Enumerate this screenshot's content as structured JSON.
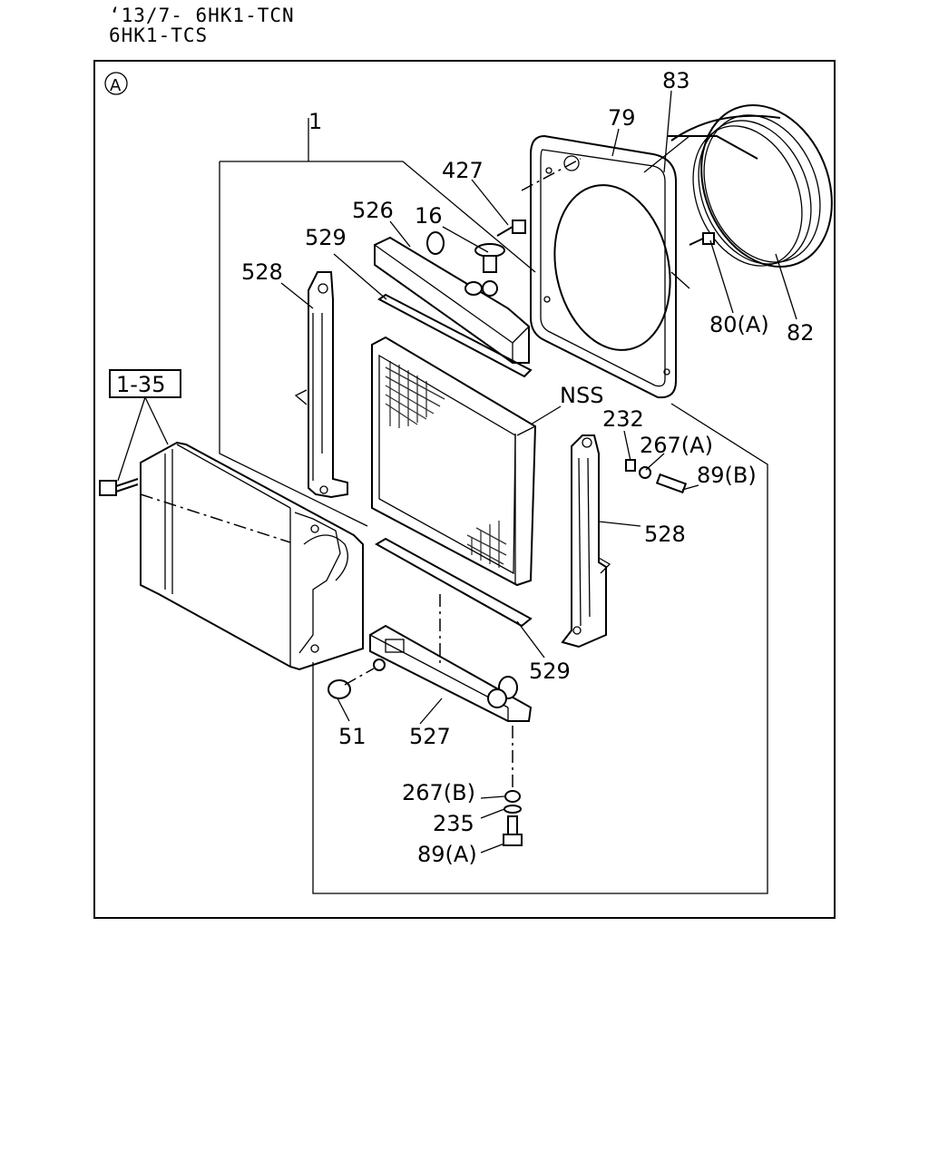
{
  "header": {
    "line1": "‘13/7- 6HK1-TCN",
    "line2": "6HK1-TCS"
  },
  "diagram": {
    "view_marker": "A",
    "ref_box": "1-35",
    "labels": {
      "p1": "1",
      "p83": "83",
      "p79": "79",
      "p427": "427",
      "p526": "526",
      "p16": "16",
      "p529_top": "529",
      "p528_left": "528",
      "p80a": "80(A)",
      "p82": "82",
      "nss": "NSS",
      "p232": "232",
      "p267a": "267(A)",
      "p89b": "89(B)",
      "p528_right": "528",
      "p529_bottom": "529",
      "p51": "51",
      "p527": "527",
      "p267b": "267(B)",
      "p235": "235",
      "p89a": "89(A)"
    }
  }
}
